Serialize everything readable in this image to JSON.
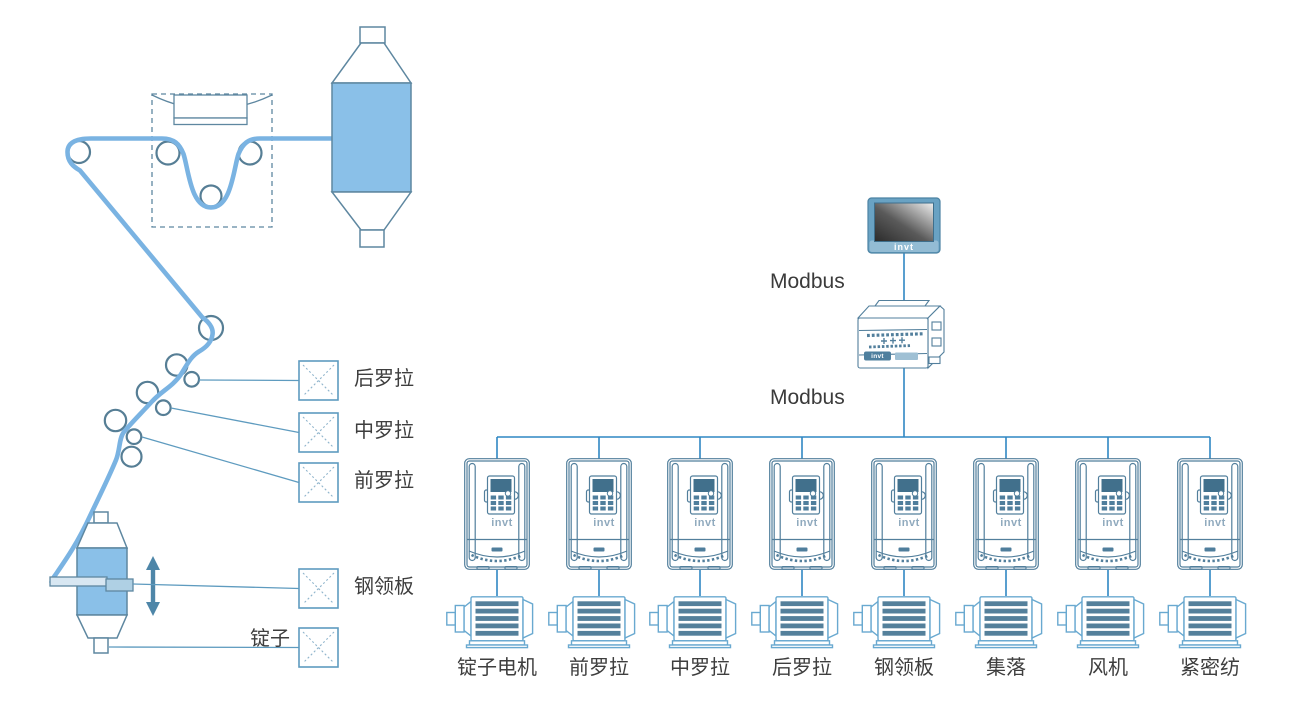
{
  "colors": {
    "thread_blue": "#7AB3E2",
    "package_fill_blue": "#8AC0E8",
    "machine_outline": "#5E87A0",
    "device_outline": "#527F9C",
    "bus_line_blue": "#2F87C3",
    "leader_line_blue": "#5E9BBF",
    "motor_stripe": "#54809B",
    "label_text": "#3E3E3E"
  },
  "machine": {
    "callouts": [
      {
        "text": "后罗拉"
      },
      {
        "text": "中罗拉"
      },
      {
        "text": "前罗拉"
      },
      {
        "text": "钢领板"
      },
      {
        "text": "锭子"
      }
    ]
  },
  "network": {
    "hmi": {
      "logo": "invt"
    },
    "plc": {
      "logo": "invt"
    },
    "modbus_upper": "Modbus",
    "modbus_lower": "Modbus"
  },
  "channels": [
    {
      "label": "锭子电机",
      "vfd_logo": "invt"
    },
    {
      "label": "前罗拉",
      "vfd_logo": "invt"
    },
    {
      "label": "中罗拉",
      "vfd_logo": "invt"
    },
    {
      "label": "后罗拉",
      "vfd_logo": "invt"
    },
    {
      "label": "钢领板",
      "vfd_logo": "invt"
    },
    {
      "label": "集落",
      "vfd_logo": "invt"
    },
    {
      "label": "风机",
      "vfd_logo": "invt"
    },
    {
      "label": "紧密纺",
      "vfd_logo": "invt"
    }
  ]
}
